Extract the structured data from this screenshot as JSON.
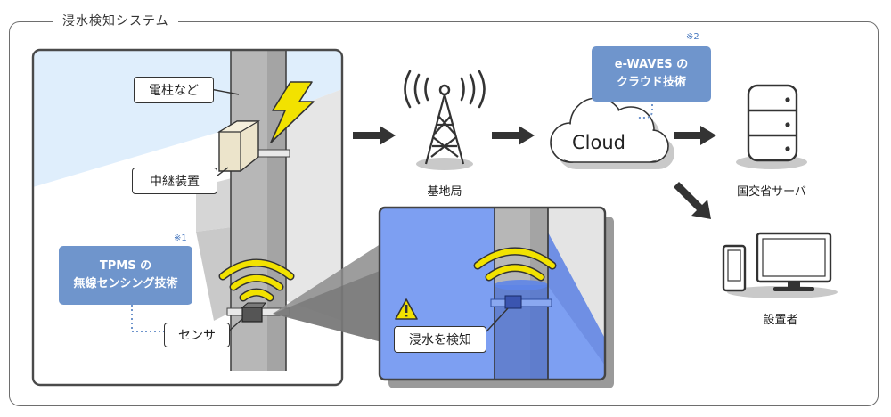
{
  "system_title": "浸水検知システム",
  "labels": {
    "pole": "電柱など",
    "relay": "中継装置",
    "sensor": "センサ",
    "detect": "浸水を検知",
    "base_station": "基地局",
    "cloud": "Cloud",
    "server": "国交省サーバ",
    "installer": "設置者"
  },
  "tpms": {
    "note": "※1",
    "line1": "TPMS の",
    "line2": "無線センシング技術"
  },
  "ewaves": {
    "note": "※2",
    "line1": "e-WAVES の",
    "line2": "クラウド技術"
  },
  "colors": {
    "accent_blue": "#6f95cc",
    "wave_yellow": "#f2e200",
    "flood_blue": "#7d9ff2",
    "sky": "#dfeefc"
  }
}
